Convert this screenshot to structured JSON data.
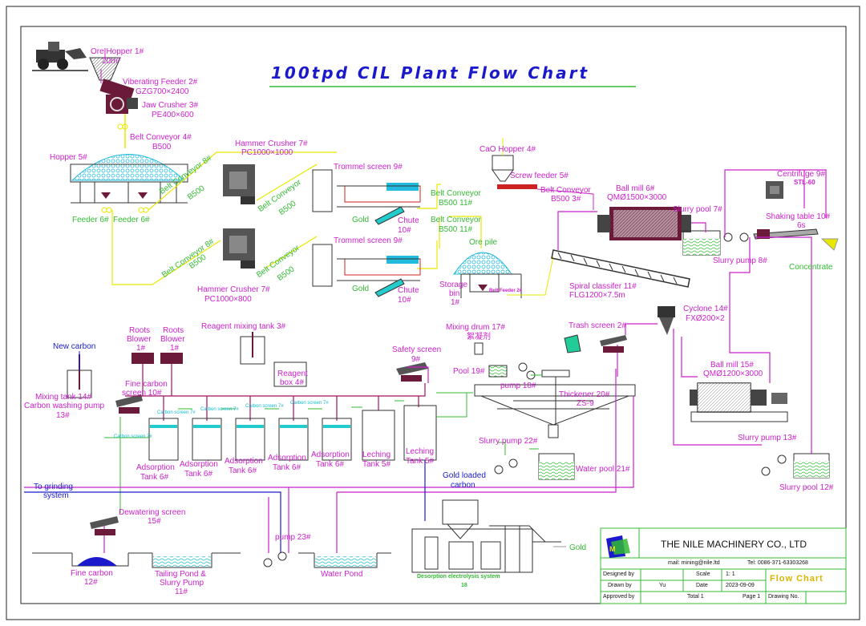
{
  "title": "100tpd CIL Plant Flow Chart",
  "labels": {
    "ore_hopper": "Ore Hopper 1#",
    "ore_hopper_cap": "20m³",
    "vib_feeder": "Viberating Feeder 2#",
    "vib_feeder_model": "GZG700×2400",
    "jaw_crusher": "Jaw Crusher 3#",
    "jaw_crusher_model": "PE400×600",
    "belt_conv4": "Belt Conveyor 4#",
    "belt_conv4_model": "B500",
    "hopper5": "Hopper 5#",
    "feeder6a": "Feeder 6#",
    "feeder6b": "Feeder 6#",
    "belt8a": "Belt Conveyor 8#",
    "belt8a_m": "B500",
    "belt8b": "Belt Conveyor 8#",
    "belt8b_m": "B500",
    "hammer7_top": "Hammer Crusher 7#",
    "hammer7_top_m": "PC1000×1000",
    "hammer7_bot": "Hammer Crusher 7#",
    "hammer7_bot_m": "PC1000×800",
    "belt_conv_a": "Belt Conveyor",
    "belt_conv_a_m": "B500",
    "belt_conv_b": "Belt Conveyor",
    "belt_conv_b_m": "B500",
    "trommel_top": "Trommel  screen 9#",
    "trommel_bot": "Trommel  screen 9#",
    "gold_top": "Gold",
    "gold_bot": "Gold",
    "chute_top": "Chute",
    "chute_top_n": "10#",
    "chute_bot": "Chute",
    "chute_bot_n": "10#",
    "belt11a": "Belt Conveyor",
    "belt11a_m": "B500 11#",
    "belt11b": "Belt Conveyor",
    "belt11b_m": "B500 11#",
    "ore_pile": "Ore pile",
    "storage_bin": "Storage",
    "storage_bin2": "bin",
    "storage_bin3": "1#",
    "belt_feeder": "Belt Feeder 2#",
    "cao_hopper": "CaO Hopper 4#",
    "screw_feeder": "Screw feeder 5#",
    "belt_conv3": "Belt Conveyor",
    "belt_conv3_m": "B500 3#",
    "ball_mill6": "Ball mill 6#",
    "ball_mill6_m": "QMØ1500×3000",
    "slurry_pool7": "Slurry pool 7#",
    "slurry_pump8": "Slurry pump 8#",
    "centrifuge": "Centrifuge 9#",
    "centrifuge_m": "STL-60",
    "shaking_table": "Shaking table 10#",
    "shaking_table_m": "6s",
    "concentrate": "Concentrate",
    "spiral": "Spiral classifer 11#",
    "spiral_m": "FLG1200×7.5m",
    "cyclone": "Cyclone 14#",
    "cyclone_m": "FXØ200×2",
    "trash_screen": "Trash screen 2#",
    "ball_mill15": "Ball mill 15#",
    "ball_mill15_m": "QMØ1200×3000",
    "slurry_pump13": "Slurry pump 13#",
    "slurry_pool12": "Slurry pool 12#",
    "thickener": "Thickener 20#",
    "thickener_m": "ZS-9",
    "slurry_pump22": "Slurry pump 22#",
    "water_pool21": "Water pool 21#",
    "mixing_drum": "Mixing drum 17#",
    "mixing_drum_cn": "絮凝剂",
    "pool19": "Pool 19#",
    "pump18": "pump 18#",
    "safety_screen": "Safety screen",
    "safety_screen_n": "9#",
    "reagent_tank": "Reagent mixing tank 3#",
    "reagent_box": "Reagent",
    "reagent_box2": "box 4#",
    "roots1": "Roots",
    "roots1b": "Blower",
    "roots1c": "1#",
    "roots2": "Roots",
    "roots2b": "Blower",
    "roots2c": "1#",
    "new_carbon": "New carbon",
    "mixing_tank": "Mixing tank 14#",
    "carbon_wash": "Carbon washing pump",
    "carbon_wash_n": "13#",
    "fine_carbon_screen": "Fine carbon",
    "fine_carbon_screen2": "screen 10#",
    "carbon_screen_small": "Carbon screen 7#",
    "ads1": "Adsorption",
    "ads1n": "Tank 6#",
    "ads2": "Adsorption",
    "ads2n": "Tank 6#",
    "ads3": "Adsorption",
    "ads3n": "Tank 6#",
    "ads4": "Adsorption",
    "ads4n": "Tank 6#",
    "ads5": "Adsorption",
    "ads5n": "Tank 6#",
    "leach1": "Leching",
    "leach1n": "Tank 5#",
    "leach2": "Leching",
    "leach2n": "Tank 5#",
    "to_grinding": "To grinding",
    "to_grinding2": "system",
    "dewatering": "Dewatering screen",
    "dewatering_n": "15#",
    "fine_carbon12": "Fine carbon",
    "fine_carbon12n": "12#",
    "tailing": "Tailing Pond &",
    "tailing2": "Slurry Pump",
    "tailing3": "11#",
    "pump23": "pump 23#",
    "water_pond": "Water Pond",
    "gold_loaded": "Gold loaded",
    "gold_loaded2": "carbon",
    "desorption": "Desorption electrolysis system",
    "desorption_n": "18",
    "gold_out": "Gold"
  },
  "titleblock": {
    "company": "THE NILE MACHINERY CO., LTD",
    "mail": "mail: mining@nile.ltd",
    "tel": "Tel:  0086-371-63303268",
    "designed_by": "Designed by",
    "scale": "Scale",
    "scale_val": "1:  1",
    "flow_chart": "Flow Chart",
    "drawn_by": "Drawn by",
    "drawn_val": "Yu",
    "date": "Date",
    "date_val": "2023-09-09",
    "approved_by": "Approved by",
    "total": "Total 1",
    "page": "Page  1",
    "drawing_no": "Drawing No."
  },
  "colors": {
    "pipe_magenta": "#cc22cc",
    "pipe_yellow": "#e8e800",
    "pipe_green": "#33bb33",
    "pipe_red": "#a01060",
    "equip_dark": "#6b1a3a",
    "water_cyan": "#22cccc",
    "title_blue": "#1a1acc"
  }
}
